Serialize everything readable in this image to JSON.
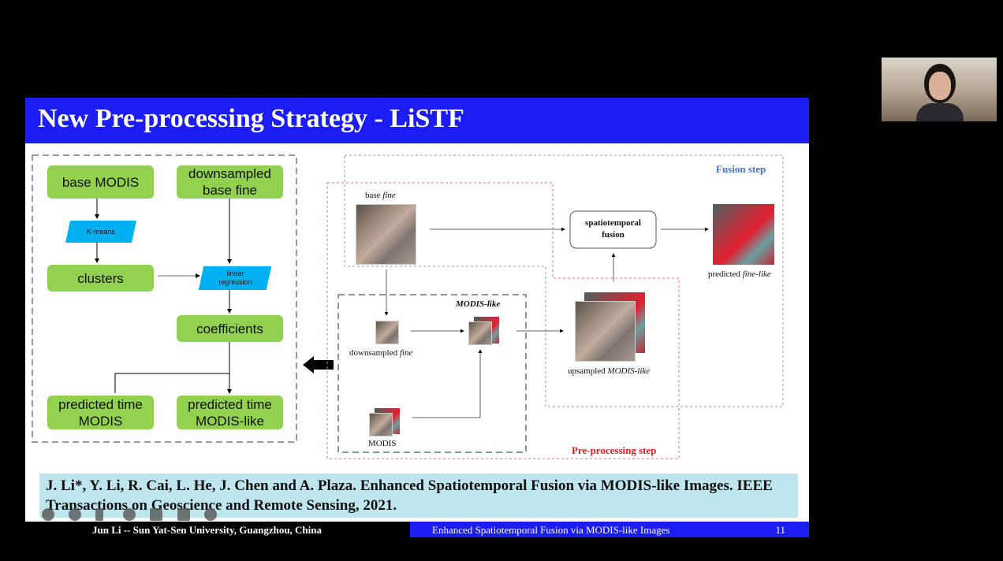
{
  "slide": {
    "title": "New Pre-processing Strategy - LiSTF",
    "flow": {
      "base_modis": "base MODIS",
      "downsampled_base_fine": "downsampled base fine",
      "kmeans": "K-means",
      "clusters": "clusters",
      "linear_regression": "linear regression",
      "coefficients": "coefficients",
      "pred_modis": "predicted time MODIS",
      "pred_modis_like": "predicted time MODIS-like"
    },
    "diagram": {
      "fusion_step": "Fusion step",
      "preprocessing_step": "Pre-processing step",
      "base_fine": "base",
      "fine": "fine",
      "spatiotemporal_fusion": "spatiotemporal fusion",
      "predicted": "predicted",
      "fine_like": "fine-like",
      "modis_like": "MODIS-like",
      "downsampled": "downsampled",
      "upsampled": "upsampled",
      "modis": "MODIS"
    },
    "citation": "J. Li*, Y. Li, R. Cai, L. He, J. Chen and A. Plaza. Enhanced Spatiotemporal Fusion via MODIS-like Images. IEEE Transactions on Geoscience and Remote Sensing, 2021.",
    "footer_left": "Jun Li -- Sun Yat-Sen University, Guangzhou, China",
    "footer_right": "Enhanced Spatiotemporal Fusion via MODIS-like Images",
    "page_number": "11"
  },
  "colors": {
    "header": "#1c1cf5",
    "box": "#92d050",
    "para": "#00b0f0",
    "fusion": "#4472c4",
    "preproc": "#e02020"
  }
}
